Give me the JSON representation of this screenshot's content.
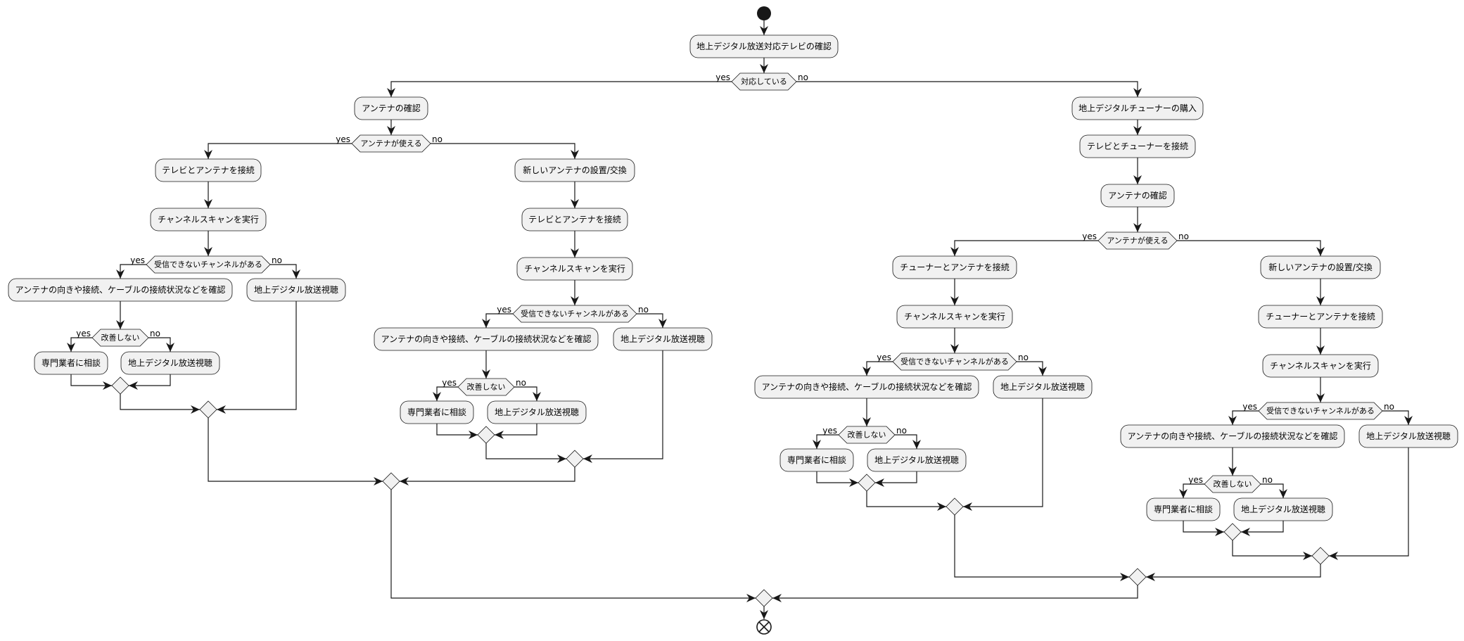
{
  "colors": {
    "node_fill": "#f1f1f1",
    "line": "#181818",
    "background": "#ffffff"
  },
  "branch_labels": {
    "yes": "yes",
    "no": "no"
  },
  "nodes": {
    "check_tv": "地上デジタル放送対応テレビの確認",
    "tv_supported": "対応している",
    "antenna_check": "アンテナの確認",
    "antenna_usable": "アンテナが使える",
    "connect_tv_antenna": "テレビとアンテナを接続",
    "channel_scan": "チャンネルスキャンを実行",
    "unreceivable": "受信できないチャンネルがある",
    "check_cable": "アンテナの向きや接続、ケーブルの接続状況などを確認",
    "no_improve": "改善しない",
    "consult_pro": "専門業者に相談",
    "watch": "地上デジタル放送視聴",
    "new_antenna": "新しいアンテナの設置/交換",
    "buy_tuner": "地上デジタルチューナーの購入",
    "connect_tv_tuner": "テレビとチューナーを接続",
    "connect_tuner_antenna": "チューナーとアンテナを接続"
  }
}
